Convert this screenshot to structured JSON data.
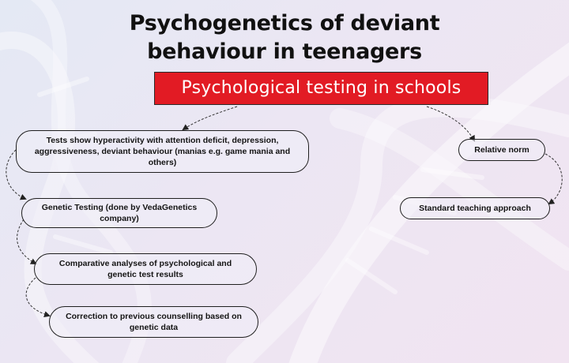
{
  "title": {
    "line1": "Psychogenetics of deviant",
    "line2": "behaviour in teenagers"
  },
  "banner": "Psychological testing in schools",
  "left_chain": [
    "Tests show hyperactivity with attention deficit, depression, aggressiveness, deviant behaviour (manias e.g. game mania and others)",
    "Genetic Testing (done by VedaGenetics company)",
    "Comparative analyses of psychological and genetic test results",
    "Correction to previous counselling based on genetic data"
  ],
  "right_chain": [
    "Relative norm",
    "Standard teaching approach"
  ],
  "colors": {
    "banner": "#e21b24",
    "border": "#1f1f1f",
    "helix": "#ffffff"
  }
}
